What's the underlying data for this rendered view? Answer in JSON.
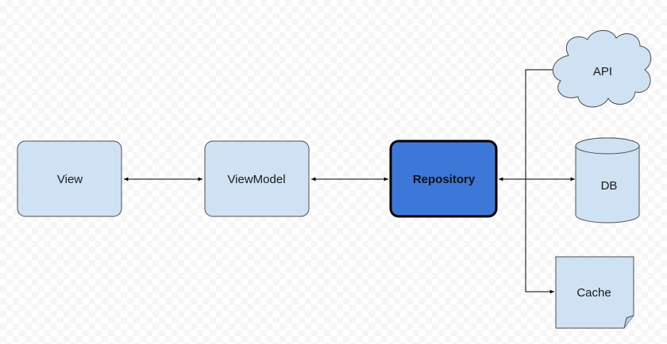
{
  "nodes": {
    "view": {
      "label": "View"
    },
    "viewmodel": {
      "label": "ViewModel"
    },
    "repository": {
      "label": "Repository"
    },
    "api": {
      "label": "API"
    },
    "db": {
      "label": "DB"
    },
    "cache": {
      "label": "Cache"
    }
  },
  "colors": {
    "node_fill": "#cfe2f3",
    "node_stroke": "#4d4d4d",
    "highlight_fill": "#3c78d8",
    "highlight_stroke": "#000000",
    "edge": "#000000"
  }
}
